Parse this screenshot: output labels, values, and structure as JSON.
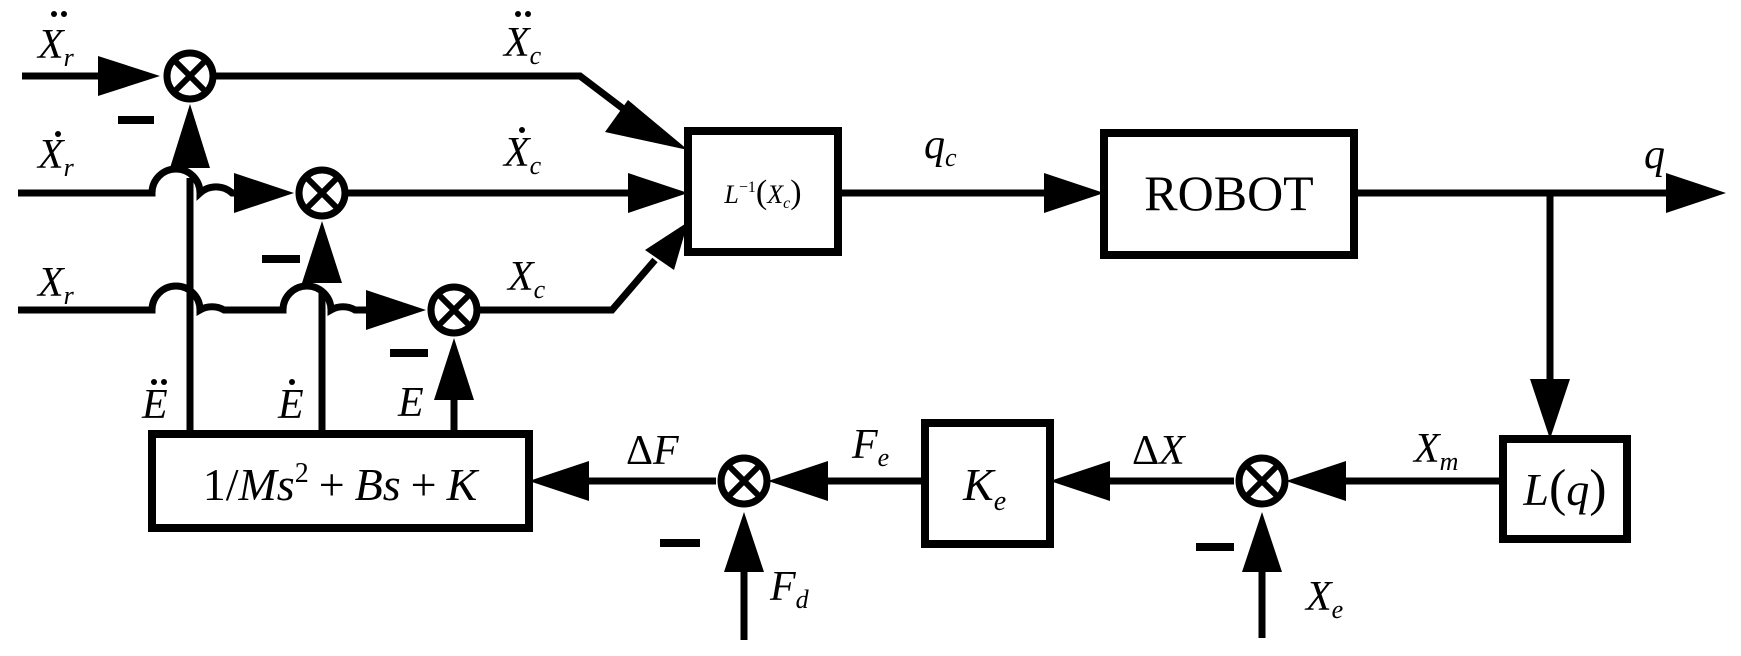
{
  "blocks": {
    "inverse_kin": {
      "func": "L",
      "sup": "−1",
      "arg": "X",
      "arg_sub": "c"
    },
    "robot": "ROBOT",
    "impedance": {
      "one": "1",
      "slash": "/",
      "M": "M",
      "s": "s",
      "sq": "2",
      "plus1": "+",
      "B": "B",
      "s2": "s",
      "plus2": "+",
      "K": "K"
    },
    "ke": {
      "main": "K",
      "sub": "e"
    },
    "forward_kin": {
      "main": "L",
      "arg": "q"
    }
  },
  "signals": {
    "xr_dd": {
      "main": "X",
      "sub": "r"
    },
    "xr_d": {
      "main": "X",
      "sub": "r"
    },
    "xr": {
      "main": "X",
      "sub": "r"
    },
    "xc_dd": {
      "main": "X",
      "sub": "c"
    },
    "xc_d": {
      "main": "X",
      "sub": "c"
    },
    "xc": {
      "main": "X",
      "sub": "c"
    },
    "qc": {
      "main": "q",
      "sub": "c"
    },
    "q": "q",
    "xm": {
      "main": "X",
      "sub": "m"
    },
    "delta_x": {
      "delta": "Δ",
      "main": "X"
    },
    "fe": {
      "main": "F",
      "sub": "e"
    },
    "delta_f": {
      "delta": "Δ",
      "main": "F"
    },
    "fd": {
      "main": "F",
      "sub": "d"
    },
    "xe": {
      "main": "X",
      "sub": "e"
    },
    "e_dd": "E",
    "e_d": "E",
    "e": "E"
  }
}
